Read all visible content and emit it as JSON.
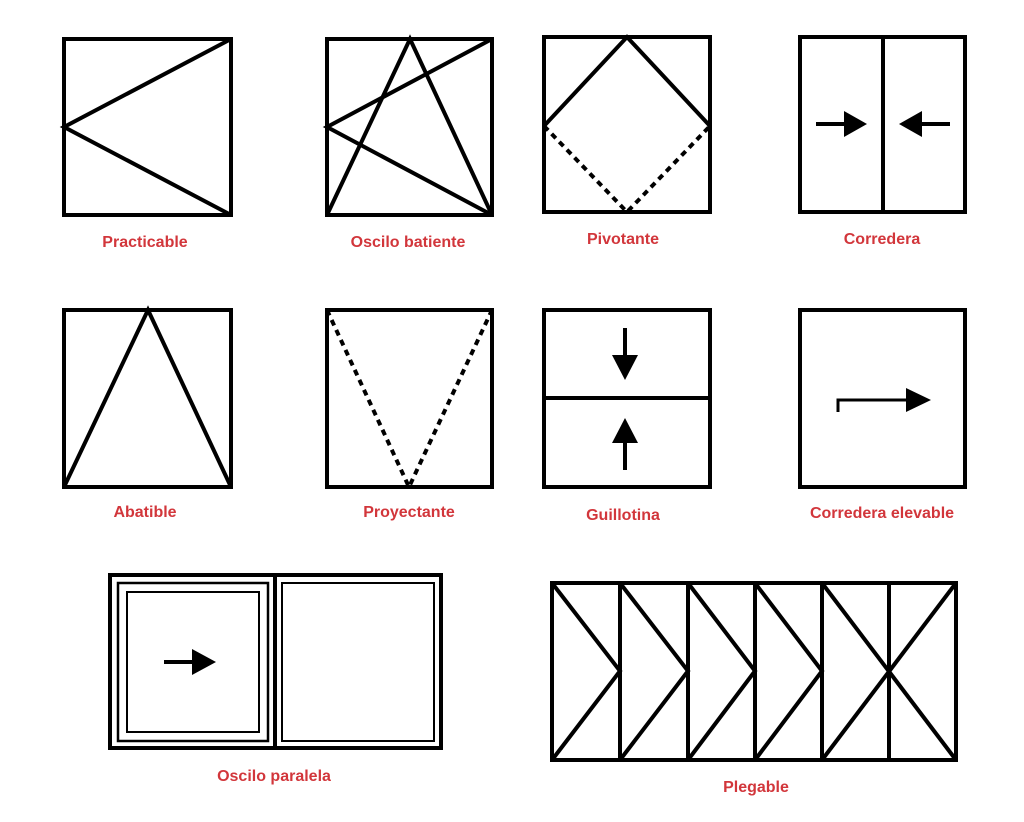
{
  "colors": {
    "label": "#d2363b",
    "stroke": "#000000",
    "background": "#ffffff"
  },
  "labels": {
    "practicable": "Practicable",
    "oscilo_batiente": "Oscilo batiente",
    "pivotante": "Pivotante",
    "corredera": "Corredera",
    "abatible": "Abatible",
    "proyectante": "Proyectante",
    "guillotina": "Guillotina",
    "corredera_elevable": "Corredera elevable",
    "oscilo_paralela": "Oscilo paralela",
    "plegable": "Plegable"
  }
}
